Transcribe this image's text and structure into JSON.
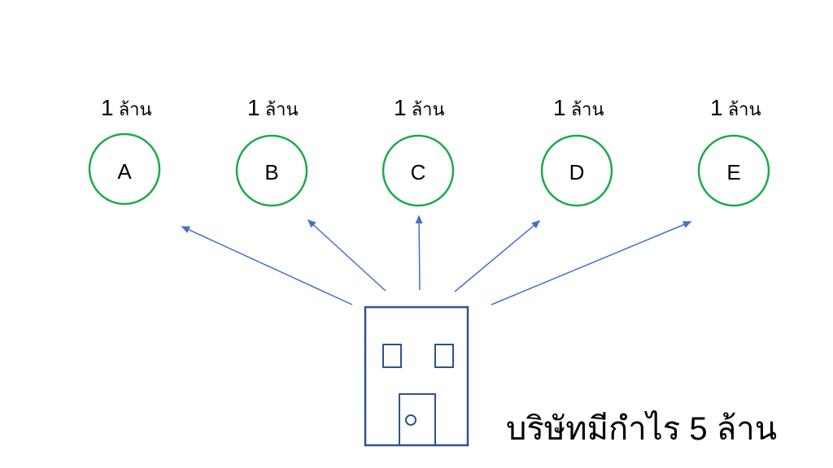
{
  "nodes": [
    {
      "letter": "A",
      "amount": "1",
      "unit": "ล้าน"
    },
    {
      "letter": "B",
      "amount": "1",
      "unit": "ล้าน"
    },
    {
      "letter": "C",
      "amount": "1",
      "unit": "ล้าน"
    },
    {
      "letter": "D",
      "amount": "1",
      "unit": "ล้าน"
    },
    {
      "letter": "E",
      "amount": "1",
      "unit": "ล้าน"
    }
  ],
  "caption": "บริษัทมีกำไร 5 ล้าน",
  "colors": {
    "circle": "#1aaa4a",
    "arrow": "#4472c4",
    "building": "#2f528f"
  }
}
